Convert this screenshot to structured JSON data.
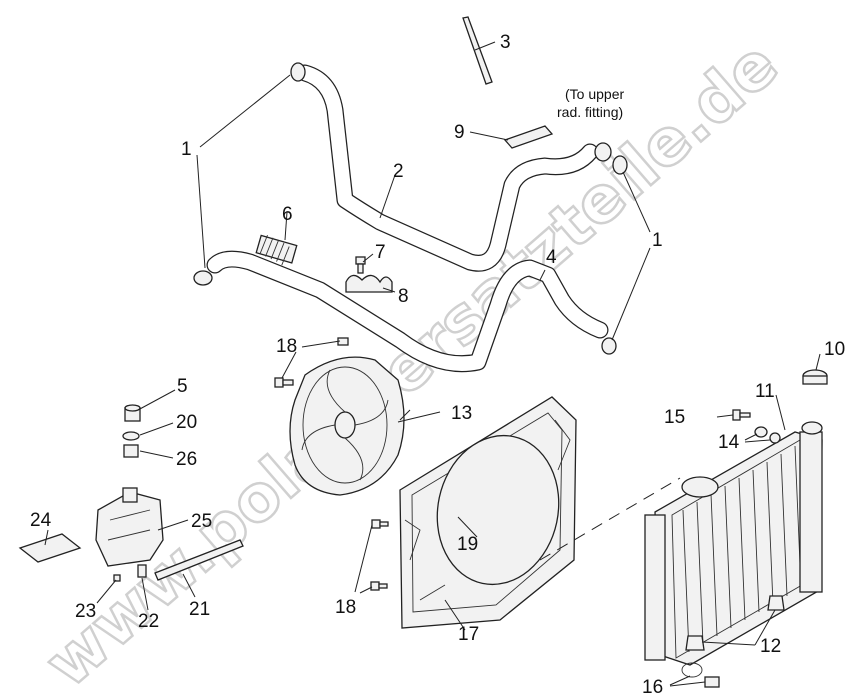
{
  "diagram": {
    "callouts": [
      {
        "id": "c1a",
        "label": "1"
      },
      {
        "id": "c1b",
        "label": "1"
      },
      {
        "id": "c2",
        "label": "2"
      },
      {
        "id": "c3",
        "label": "3"
      },
      {
        "id": "c4",
        "label": "4"
      },
      {
        "id": "c5",
        "label": "5"
      },
      {
        "id": "c6",
        "label": "6"
      },
      {
        "id": "c7",
        "label": "7"
      },
      {
        "id": "c8",
        "label": "8"
      },
      {
        "id": "c9",
        "label": "9"
      },
      {
        "id": "c10",
        "label": "10"
      },
      {
        "id": "c11",
        "label": "11"
      },
      {
        "id": "c12",
        "label": "12"
      },
      {
        "id": "c13",
        "label": "13"
      },
      {
        "id": "c14",
        "label": "14"
      },
      {
        "id": "c15",
        "label": "15"
      },
      {
        "id": "c16",
        "label": "16"
      },
      {
        "id": "c17",
        "label": "17"
      },
      {
        "id": "c18a",
        "label": "18"
      },
      {
        "id": "c18b",
        "label": "18"
      },
      {
        "id": "c19",
        "label": "19"
      },
      {
        "id": "c20",
        "label": "20"
      },
      {
        "id": "c21",
        "label": "21"
      },
      {
        "id": "c22",
        "label": "22"
      },
      {
        "id": "c23",
        "label": "23"
      },
      {
        "id": "c24",
        "label": "24"
      },
      {
        "id": "c25",
        "label": "25"
      },
      {
        "id": "c26",
        "label": "26"
      }
    ],
    "note_line1": "(To upper",
    "note_line2": "rad. fitting)",
    "watermark": "www.polarisersatzteile.de"
  }
}
